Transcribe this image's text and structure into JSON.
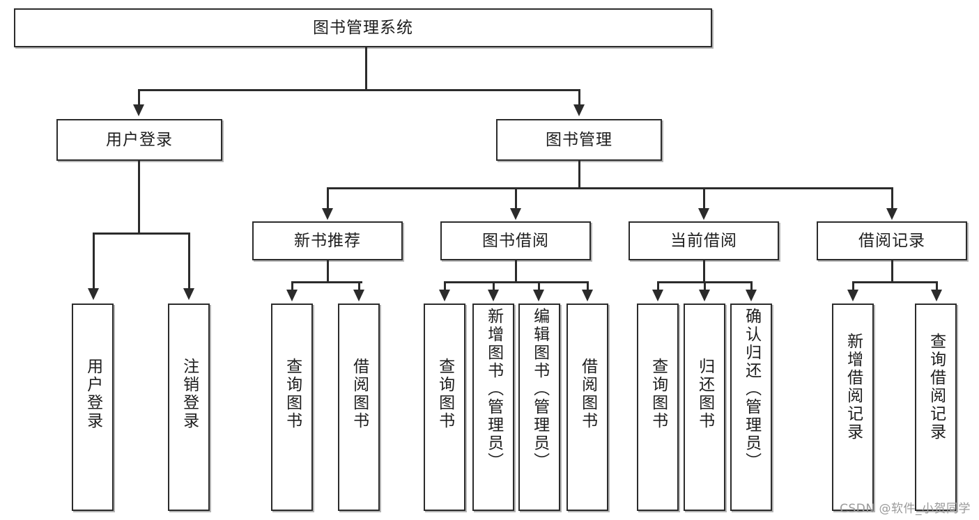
{
  "diagram": {
    "type": "tree-hierarchy",
    "title": "图书管理系统",
    "background_color": "#ffffff",
    "line_color": "#2b2b2b",
    "box_fill": "#ffffff",
    "root": {
      "label": "图书管理系统",
      "children": [
        {
          "label": "用户登录",
          "children": [
            {
              "label": "用户登录"
            },
            {
              "label": "注销登录"
            }
          ]
        },
        {
          "label": "图书管理",
          "children": [
            {
              "label": "新书推荐",
              "children": [
                {
                  "label": "查询图书"
                },
                {
                  "label": "借阅图书"
                }
              ]
            },
            {
              "label": "图书借阅",
              "children": [
                {
                  "label": "查询图书"
                },
                {
                  "label": "新增图书（管理员）"
                },
                {
                  "label": "编辑图书（管理员）"
                },
                {
                  "label": "借阅图书"
                }
              ]
            },
            {
              "label": "当前借阅",
              "children": [
                {
                  "label": "查询图书"
                },
                {
                  "label": "归还图书"
                },
                {
                  "label": "确认归还（管理员）"
                }
              ]
            },
            {
              "label": "借阅记录",
              "children": [
                {
                  "label": "新增借阅记录"
                },
                {
                  "label": "查询借阅记录"
                }
              ]
            }
          ]
        }
      ]
    },
    "nodes": {
      "root": "图书管理系统",
      "l2_user_login": "用户登录",
      "l2_book_manage": "图书管理",
      "l3_new_book": "新书推荐",
      "l3_borrow": "图书借阅",
      "l3_current": "当前借阅",
      "l3_record": "借阅记录",
      "leaf_user_login": "用户登录",
      "leaf_logout": "注销登录",
      "leaf_query_book_1": "查询图书",
      "leaf_borrow_book_1": "借阅图书",
      "leaf_query_book_2": "查询图书",
      "leaf_add_book": "新增图书（管理员）",
      "leaf_edit_book": "编辑图书（管理员）",
      "leaf_borrow_book_2": "借阅图书",
      "leaf_query_book_3": "查询图书",
      "leaf_return_book": "归还图书",
      "leaf_confirm_return": "确认归还（管理员）",
      "leaf_add_record": "新增借阅记录",
      "leaf_query_record": "查询借阅记录"
    }
  },
  "watermark": {
    "text": "CSDN @软件_小贺同学"
  }
}
